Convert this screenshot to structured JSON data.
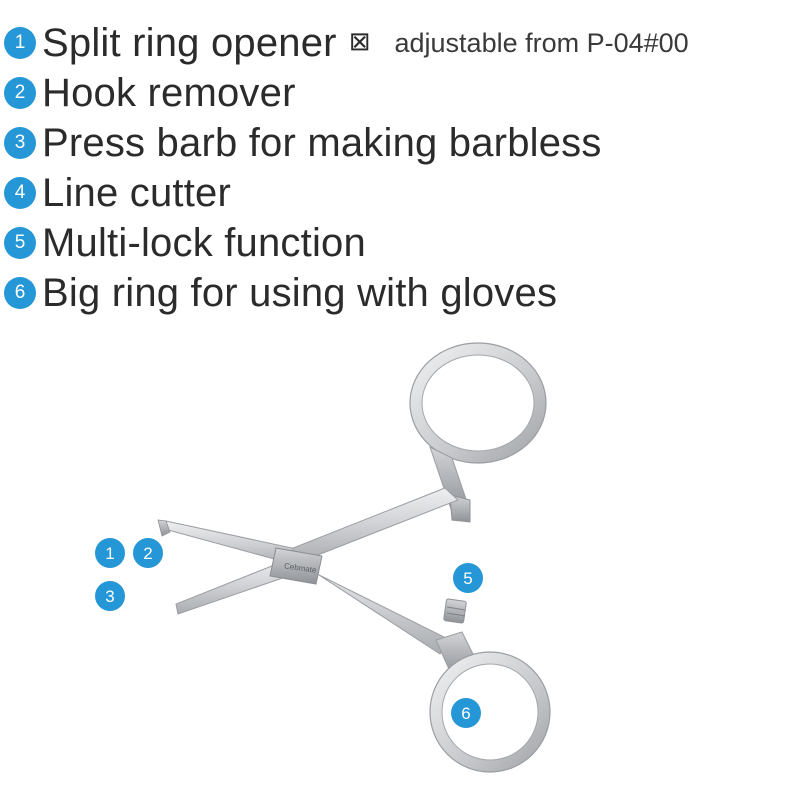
{
  "colors": {
    "bullet_blue": "#2596d6",
    "text": "#2b2b2b",
    "steel_light": "#e2e3e5",
    "steel_mid": "#bfc1c4",
    "steel_dark": "#8d9095"
  },
  "features": [
    {
      "num": "1",
      "label": "Split ring opener",
      "glyph": "⊠",
      "note": "adjustable from P-04#00"
    },
    {
      "num": "2",
      "label": "Hook remover"
    },
    {
      "num": "3",
      "label": "Press barb for making barbless"
    },
    {
      "num": "4",
      "label": "Line cutter"
    },
    {
      "num": "5",
      "label": "Multi-lock function"
    },
    {
      "num": "6",
      "label": "Big ring for using with gloves"
    }
  ],
  "figure": {
    "brand_mark": "Cebmate",
    "callouts": [
      "1",
      "2",
      "3",
      "5",
      "6"
    ]
  }
}
